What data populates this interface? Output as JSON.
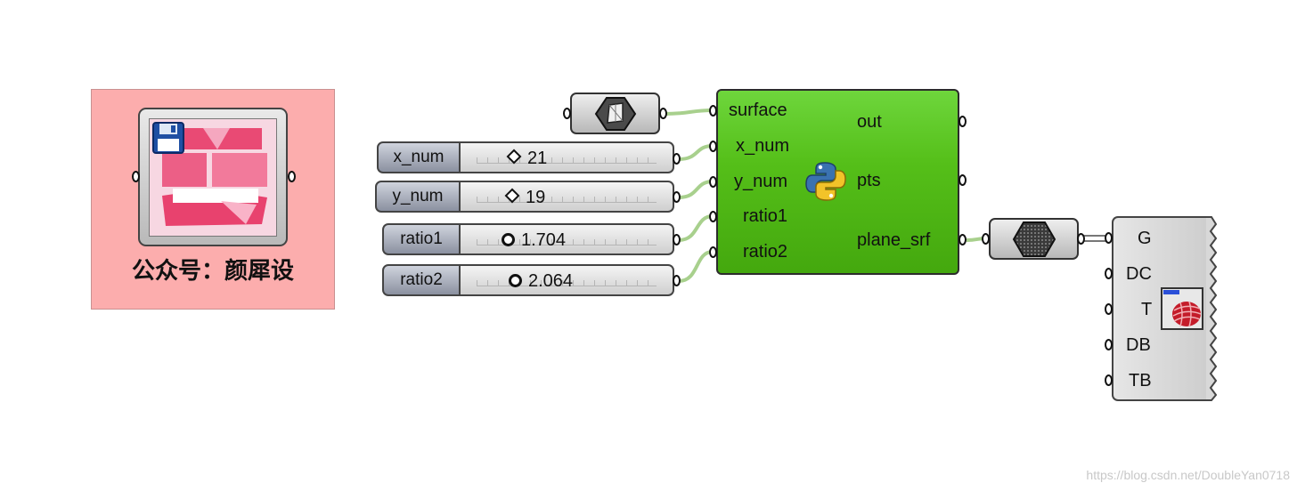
{
  "group": {
    "label": "公众号：颜犀设"
  },
  "sliders": [
    {
      "name": "x_num",
      "value": "21",
      "knob": "diamond"
    },
    {
      "name": "y_num",
      "value": "19",
      "knob": "diamond"
    },
    {
      "name": "ratio1",
      "value": "1.704",
      "knob": "circle"
    },
    {
      "name": "ratio2",
      "value": "2.064",
      "knob": "circle"
    }
  ],
  "python_component": {
    "icon": "python-icon",
    "inputs": [
      "surface",
      "x_num",
      "y_num",
      "ratio1",
      "ratio2"
    ],
    "outputs": [
      "out",
      "pts",
      "plane_srf"
    ]
  },
  "preview_component": {
    "icon": "custom-preview-icon",
    "inputs": [
      "G",
      "DC",
      "T",
      "DB",
      "TB"
    ]
  },
  "colors": {
    "group_fill": "#fcadad",
    "component_green": "#55bf19",
    "wire": "#a8d08d"
  },
  "watermark": "https://blog.csdn.net/DoubleYan0718"
}
